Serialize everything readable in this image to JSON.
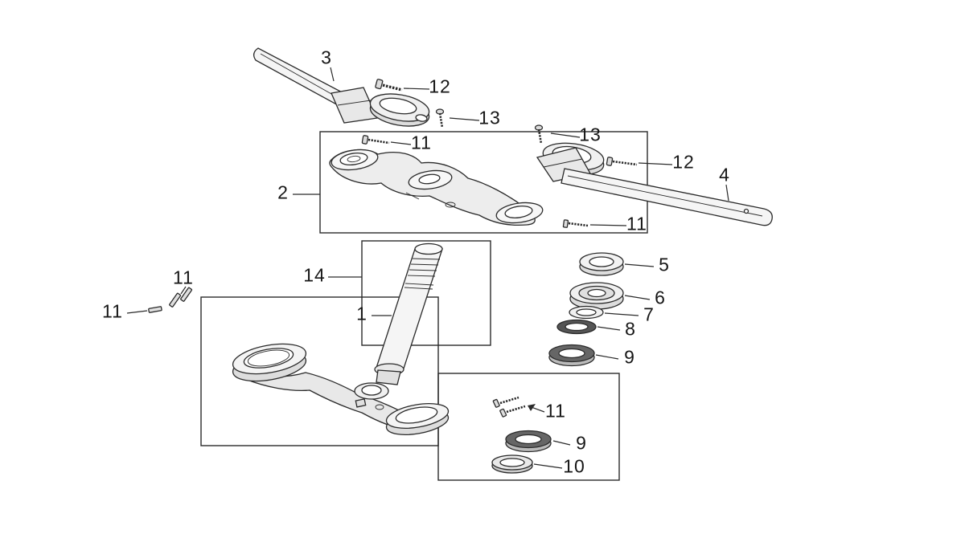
{
  "figure": {
    "colors": {
      "background": "#ffffff",
      "line_art": "#2a2a2a"
    }
  },
  "callouts": [
    {
      "part": "3"
    },
    {
      "part": "12"
    },
    {
      "part": "13"
    },
    {
      "part": "11"
    },
    {
      "part": "2"
    },
    {
      "part": "13"
    },
    {
      "part": "12"
    },
    {
      "part": "4"
    },
    {
      "part": "11"
    },
    {
      "part": "14"
    },
    {
      "part": "11"
    },
    {
      "part": "11"
    },
    {
      "part": "1"
    },
    {
      "part": "5"
    },
    {
      "part": "6"
    },
    {
      "part": "7"
    },
    {
      "part": "8"
    },
    {
      "part": "9"
    },
    {
      "part": "11"
    },
    {
      "part": "9"
    },
    {
      "part": "10"
    }
  ]
}
